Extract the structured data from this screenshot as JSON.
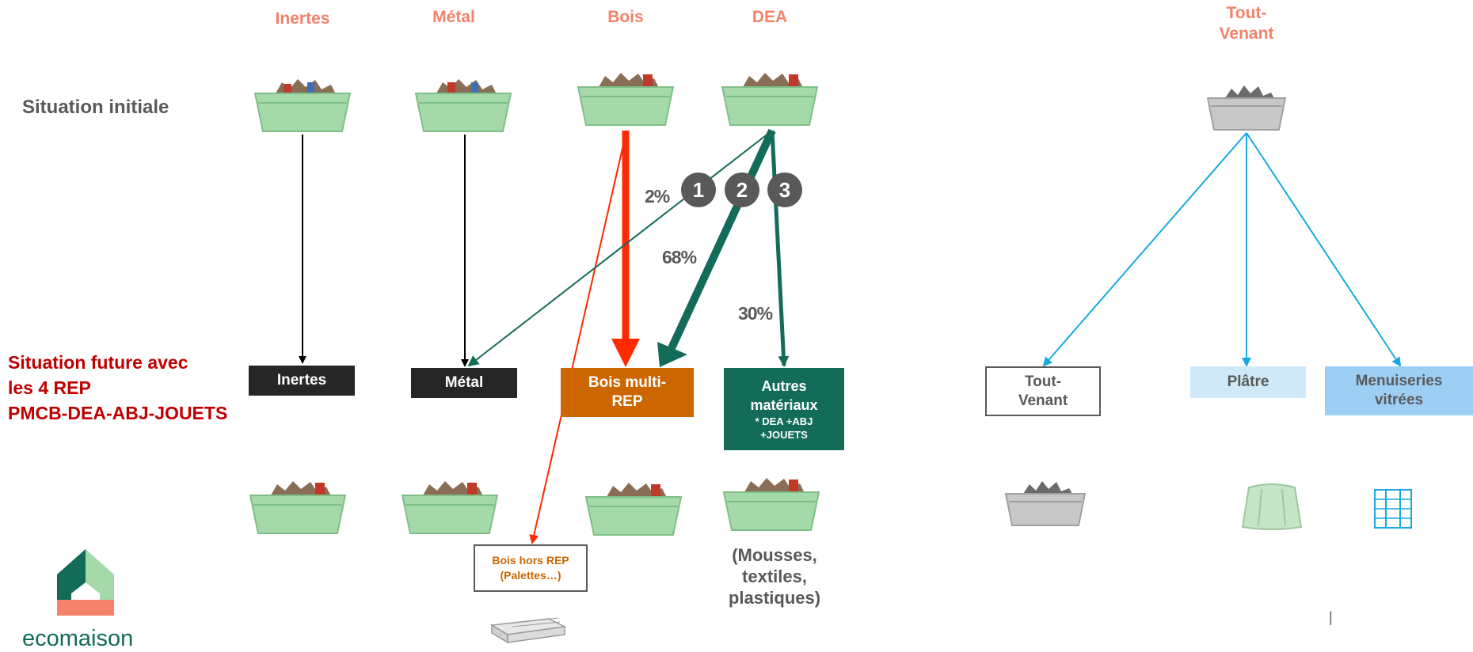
{
  "columns": {
    "inertes": "Inertes",
    "metal": "Métal",
    "bois": "Bois",
    "dea": "DEA",
    "tout_venant": "Tout-\nVenant"
  },
  "rows": {
    "initial": "Situation initiale",
    "future": "Situation future avec\nles 4 REP\nPMCB-DEA-ABJ-JOUETS"
  },
  "percentages": {
    "p1": "2%",
    "p2": "68%",
    "p3": "30%"
  },
  "badges": [
    "1",
    "2",
    "3"
  ],
  "boxes": {
    "inertes": "Inertes",
    "metal": "Métal",
    "bois_multi": "Bois multi-\nREP",
    "autres_title": "Autres\nmatériaux",
    "autres_sub": "* DEA +ABJ\n+JOUETS",
    "tout_venant": "Tout-\nVenant",
    "platre": "Plâtre",
    "menuiseries": "Menuiseries\nvitrées",
    "bois_hors": "Bois hors REP\n(Palettes…)"
  },
  "notes": {
    "autres_contents": "(Mousses,\ntextiles,\nplastiques)"
  },
  "logo": {
    "text": "ecomaison"
  },
  "page_marker": "|",
  "colors": {
    "salmon": "#f4826a",
    "red_label": "#c00000",
    "dark_box": "#262626",
    "orange_box": "#cc6600",
    "teal": "#136b5a",
    "red_arrow": "#ff2a00",
    "light_blue": "#cfe9f9",
    "mid_blue": "#9dcff5",
    "cyan_line": "#17a9e1",
    "bin_green": "#a6d9a9"
  }
}
